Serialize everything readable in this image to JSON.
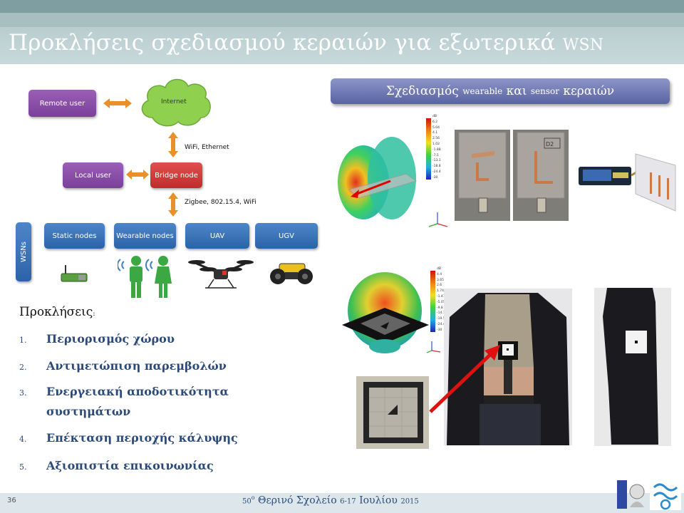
{
  "title": {
    "main": "Προκλήσεις σχεδιασμού κεραιών για εξωτερικά",
    "abbr": "WSN"
  },
  "diagram": {
    "remote_user": "Remote user",
    "internet": "Internet",
    "wifi_eth": "WiFi, Ethernet",
    "local_user": "Local user",
    "bridge_node": "Bridge node",
    "zigbee": "Zigbee, 802.15.4, WiFi",
    "wsns": "WSNs",
    "static_nodes": "Static nodes",
    "wearable_nodes": "Wearable nodes",
    "uav": "UAV",
    "ugv": "UGV"
  },
  "right_header": {
    "a": "Σχεδιασμός",
    "b": "wearable",
    "c": "και",
    "d": "sensor",
    "e": "κεραιών"
  },
  "challenges": {
    "heading": "Προκλήσεις",
    "colon": ":",
    "items": [
      {
        "num": "1.",
        "text": "Περιορισμός χώρου"
      },
      {
        "num": "2.",
        "text": "Αντιμετώπιση παρεμβολών"
      },
      {
        "num": "3.",
        "text": "Ενεργειακή αποδοτικότητα",
        "cont": "συστημάτων"
      },
      {
        "num": "4.",
        "text": "Επέκταση περιοχής κάλυψης"
      },
      {
        "num": "5.",
        "text": "Αξιοπιστία επικοινωνίας"
      }
    ]
  },
  "footer": {
    "slide": "36",
    "n": "50",
    "sup": "ο",
    "school": "Θερινό Σχολείο",
    "dates": "6-17",
    "month": "Ιουλίου",
    "year": "2015"
  },
  "colorbar1": [
    "dB",
    "6.2",
    "5.04",
    "4.1",
    "2.56",
    "1.02",
    "-1.88",
    "-7.5",
    "-13.1",
    "-18.8",
    "-24.4",
    "-30"
  ],
  "colorbar2": [
    "dB",
    "4.4",
    "3.65",
    "2.6",
    "1.74",
    "-1.41",
    "-5.05",
    "-9.8",
    "-14.7",
    "-19.5",
    "-24.4",
    "-30"
  ],
  "colors": {
    "title_text": "#ffffff",
    "item_text": "#2b4a78",
    "header_band": "#7f9ea2"
  }
}
